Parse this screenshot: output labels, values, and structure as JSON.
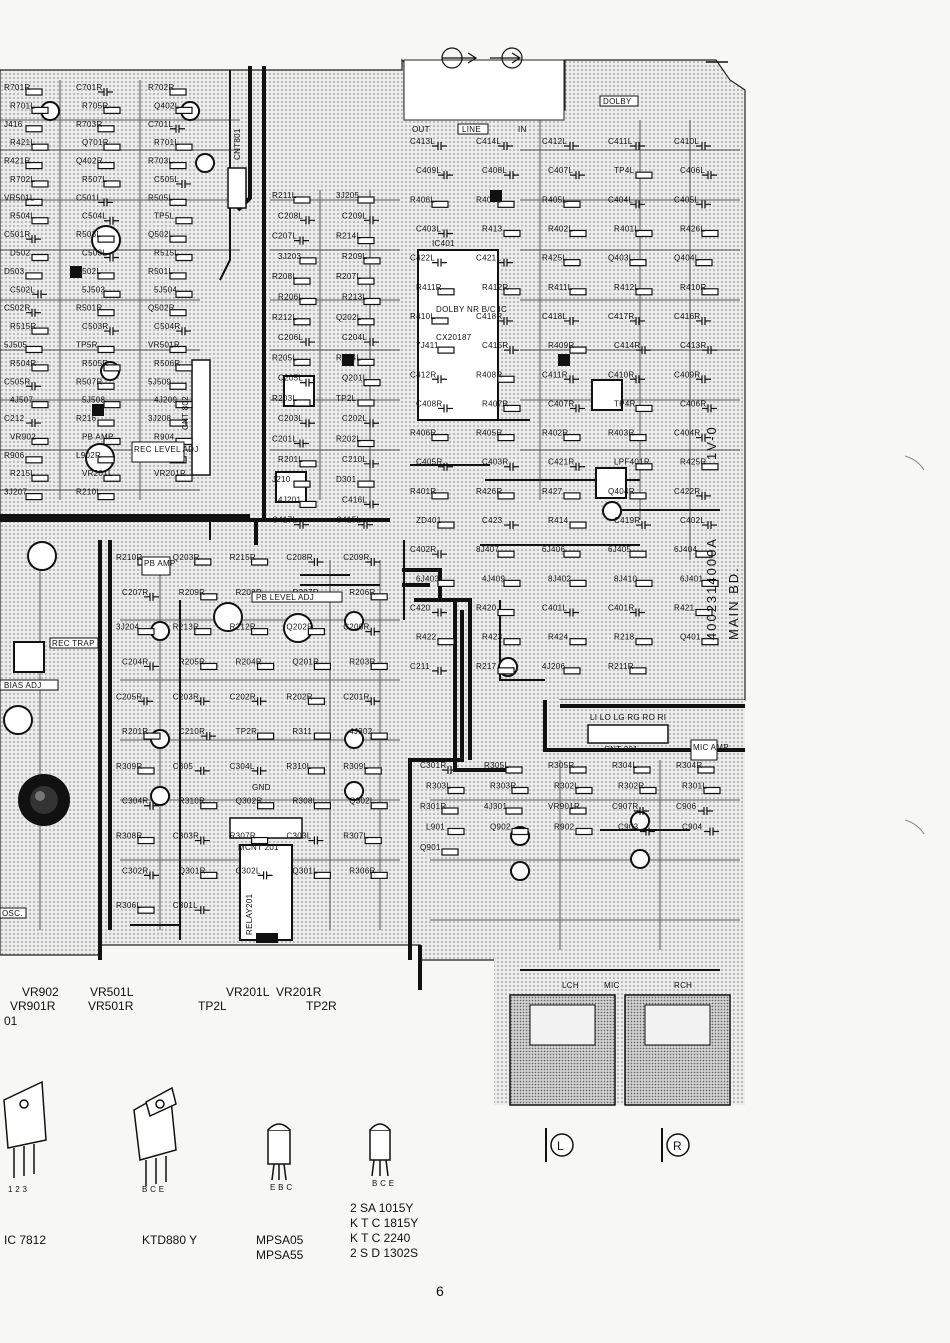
{
  "board": {
    "part_number": "4002314000A",
    "revision": "1V-0",
    "name": "MAIN BD.",
    "regions": {
      "dolby": "DOLBY",
      "line": "LINE",
      "out": "OUT",
      "in": "IN",
      "gnd": "GND",
      "mic_amp": "MIC AMP",
      "pb_amp": "PB AMP",
      "rec_level_adj": "REC LEVEL ADJ",
      "pb_level_adj": "PB LEVEL ADJ",
      "rec_trap": "REC TRAP",
      "bias_adj": "BIAS ADJ",
      "osc": "OSC.",
      "lch": "LCH",
      "mic": "MIC",
      "rch": "RCH",
      "relay": "RELAY201",
      "mcnt": "MCNT 201",
      "cnt301": "CNT 301",
      "cnt801": "CNT801",
      "cnt802": "CNT 802",
      "ic401": "IC401",
      "ic_desc": "DOLBY NR B/C IC",
      "ic_part": "CX20187",
      "cnt301_pins": "LI LO LG RG RO RI"
    },
    "labels": [
      "R701R",
      "C701R",
      "R702R",
      "R701L",
      "R705R",
      "Q402L",
      "J416",
      "R703R",
      "C701L",
      "R421L",
      "Q701R",
      "R701L",
      "R421R",
      "Q402R",
      "R703L",
      "R702L",
      "R507L",
      "C505L",
      "VR501L",
      "C501L",
      "R505L",
      "R504L",
      "C504L",
      "TP5L",
      "C501R",
      "R503L",
      "Q502L",
      "D502",
      "C503L",
      "R515L",
      "D503",
      "R502L",
      "R501L",
      "C502L",
      "5J503",
      "5J504",
      "C502R",
      "R501R",
      "Q502R",
      "R515R",
      "C503R",
      "C504R",
      "5J505",
      "TP5R",
      "VR501R",
      "R504R",
      "R505R",
      "R506R",
      "C505R",
      "R507R",
      "5J509",
      "4J507",
      "5J508",
      "4J209",
      "C212",
      "R216",
      "3J208",
      "VR902",
      "PB AMP",
      "R904",
      "R906",
      "L902R",
      "Q203L",
      "R215L",
      "VR201L",
      "VR201R",
      "3J207",
      "R210L",
      "R211L",
      "3J205",
      "C208L",
      "C209L",
      "C207L",
      "R214L",
      "3J203",
      "R209L",
      "R208L",
      "R207L",
      "R206L",
      "R213L",
      "R212L",
      "Q202L",
      "C206L",
      "C204L",
      "R205L",
      "R204L",
      "C205L",
      "Q201L",
      "R203L",
      "TP2L",
      "C203L",
      "C202L",
      "C201L",
      "R202L",
      "R201L",
      "C210L",
      "J210",
      "D301",
      "4J201",
      "C416L",
      "C417L",
      "C415L",
      "C413L",
      "C414L",
      "C412L",
      "C411L",
      "C410L",
      "C409L",
      "C408L",
      "C407L",
      "TP4L",
      "C406L",
      "R406L",
      "R403L",
      "R405L",
      "C404L",
      "C405L",
      "C403L",
      "R413",
      "R402L",
      "R401L",
      "R426L",
      "C422L",
      "C421L",
      "R425L",
      "Q403L",
      "Q404L",
      "R411R",
      "R412R",
      "R411L",
      "R412L",
      "R410R",
      "R410L",
      "C418R",
      "C418L",
      "C417R",
      "C416R",
      "7J411",
      "C415R",
      "R409R",
      "C414R",
      "C413R",
      "C412R",
      "R408R",
      "C411R",
      "C410R",
      "C409R",
      "C408R",
      "R407R",
      "C407R",
      "TP4R",
      "C406R",
      "R406R",
      "R405R",
      "R402R",
      "R403R",
      "C404R",
      "C405R",
      "C403R",
      "C421R",
      "LPF401R",
      "R425R",
      "R401R",
      "R426R",
      "R427",
      "Q404R",
      "C422R",
      "ZD401",
      "C423",
      "R414",
      "C419R",
      "C402L",
      "C402R",
      "8J407",
      "6J406",
      "6J405",
      "6J404",
      "6J403",
      "4J409",
      "8J402",
      "8J410",
      "6J401",
      "C420",
      "R420",
      "C401L",
      "C401R",
      "R421",
      "R422",
      "R423",
      "R424",
      "R218",
      "Q401",
      "C211",
      "R217",
      "4J206",
      "R211R",
      "R210R",
      "Q203R",
      "R215R",
      "C208R",
      "C209R",
      "C207R",
      "R209R",
      "R208R",
      "R207R",
      "R206R",
      "3J204",
      "R213R",
      "R212R",
      "Q202R",
      "C206R",
      "C204R",
      "R205R",
      "R204R",
      "Q201R",
      "R203R",
      "C205R",
      "C203R",
      "C202R",
      "R202R",
      "C201R",
      "R201R",
      "C210R",
      "TP2R",
      "R311",
      "4J302",
      "R309R",
      "C305",
      "C304L",
      "R310L",
      "R309L",
      "C304R",
      "R310R",
      "Q302R",
      "R308L",
      "Q302L",
      "R308R",
      "C303R",
      "R307R",
      "C303L",
      "R307L",
      "C302R",
      "Q301R",
      "C302L",
      "Q301L",
      "R306R",
      "R306L",
      "C301L",
      "C301R",
      "R305L",
      "R305R",
      "R304L",
      "R304R",
      "R303L",
      "R303R",
      "R302L",
      "R302R",
      "R301L",
      "R301R",
      "4J301",
      "VR901R",
      "C907R",
      "C906",
      "L901",
      "Q902",
      "R902",
      "C903",
      "C904",
      "Q901"
    ]
  },
  "legend": {
    "row1": [
      "VR902",
      "VR501L",
      "VR201L",
      "VR201R"
    ],
    "row2": [
      "VR901R",
      "VR501R",
      "TP2L",
      "TP2R"
    ],
    "row3": "01"
  },
  "packages": [
    {
      "label": "IC 7812",
      "icon": "to220-regulator-icon",
      "pins": "1 2 3"
    },
    {
      "label": "KTD880 Y",
      "icon": "to220-transistor-icon",
      "pins": "B C E"
    },
    {
      "label": "MPSA05\nMPSA55",
      "icon": "to92-transistor-icon",
      "pins": "E B C"
    },
    {
      "label": "2 SA 1015Y\nK T C 1815Y\nK T C 2240\n2 S D 1302S",
      "icon": "to92-small-transistor-icon",
      "pins": "B C E"
    }
  ],
  "jack_markers": [
    "L",
    "R"
  ],
  "page_number": "6"
}
